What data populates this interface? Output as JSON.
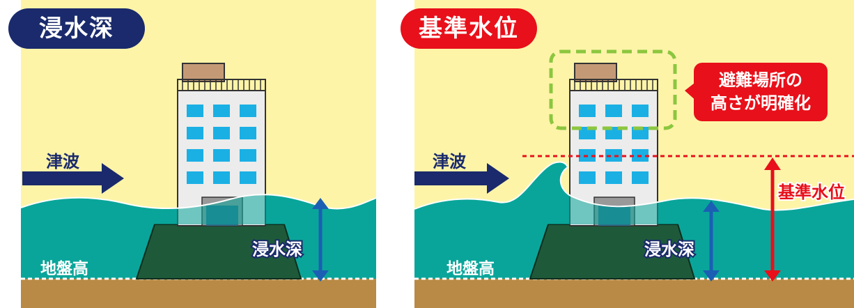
{
  "left_panel": {
    "title": "浸水深",
    "tsunami_label": "津波",
    "ground_label": "地盤高",
    "depth_label": "浸水深"
  },
  "right_panel": {
    "title": "基準水位",
    "tsunami_label": "津波",
    "ground_label": "地盤高",
    "depth_label": "浸水深",
    "reference_label": "基準水位",
    "callout_line1": "避難場所の",
    "callout_line2": "高さが明確化"
  },
  "colors": {
    "sky": "#fdf4a8",
    "sea": "#0aa59a",
    "ground": "#b98a45",
    "mound": "#1e5a3a",
    "navy": "#1a2a6c",
    "red": "#e8101a",
    "window": "#1ab0e4",
    "green_dash": "#8cc63f"
  }
}
